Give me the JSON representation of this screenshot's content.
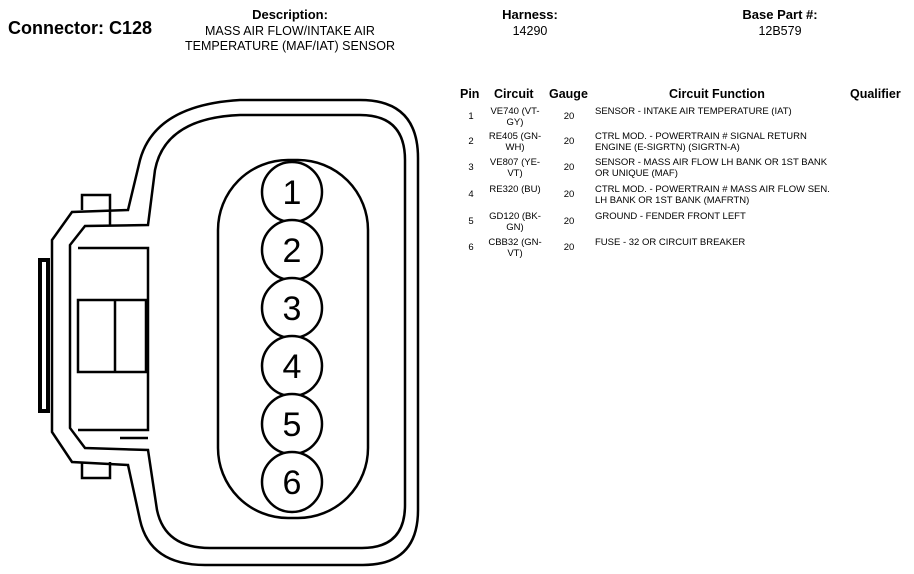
{
  "connector": {
    "title": "Connector: C128"
  },
  "header": {
    "description_label": "Description:",
    "description_line1": "MASS AIR FLOW/INTAKE AIR",
    "description_line2": "TEMPERATURE (MAF/IAT) SENSOR",
    "harness_label": "Harness:",
    "harness_value": "14290",
    "base_part_label": "Base Part #:",
    "base_part_value": "12B579"
  },
  "table": {
    "headers": {
      "pin": "Pin",
      "circuit": "Circuit",
      "gauge": "Gauge",
      "function": "Circuit Function",
      "qualifier": "Qualifier"
    },
    "rows": [
      {
        "pin": "1",
        "circuit1": "VE740 (VT-",
        "circuit2": "GY)",
        "gauge": "20",
        "func1": "SENSOR - INTAKE AIR TEMPERATURE (IAT)",
        "func2": ""
      },
      {
        "pin": "2",
        "circuit1": "RE405 (GN-",
        "circuit2": "WH)",
        "gauge": "20",
        "func1": "CTRL MOD. - POWERTRAIN # SIGNAL RETURN",
        "func2": "ENGINE (E-SIGRTN) (SIGRTN-A)"
      },
      {
        "pin": "3",
        "circuit1": "VE807 (YE-",
        "circuit2": "VT)",
        "gauge": "20",
        "func1": "SENSOR - MASS AIR FLOW LH BANK OR 1ST BANK",
        "func2": "OR UNIQUE (MAF)"
      },
      {
        "pin": "4",
        "circuit1": "RE320 (BU)",
        "circuit2": "",
        "gauge": "20",
        "func1": "CTRL MOD. - POWERTRAIN # MASS AIR FLOW SEN.",
        "func2": "LH BANK OR 1ST BANK (MAFRTN)"
      },
      {
        "pin": "5",
        "circuit1": "GD120 (BK-",
        "circuit2": "GN)",
        "gauge": "20",
        "func1": "GROUND - FENDER FRONT LEFT",
        "func2": ""
      },
      {
        "pin": "6",
        "circuit1": "CBB32 (GN-",
        "circuit2": "VT)",
        "gauge": "20",
        "func1": "FUSE - 32 OR CIRCUIT BREAKER",
        "func2": ""
      }
    ]
  },
  "diagram": {
    "pin_labels": [
      "1",
      "2",
      "3",
      "4",
      "5",
      "6"
    ]
  }
}
